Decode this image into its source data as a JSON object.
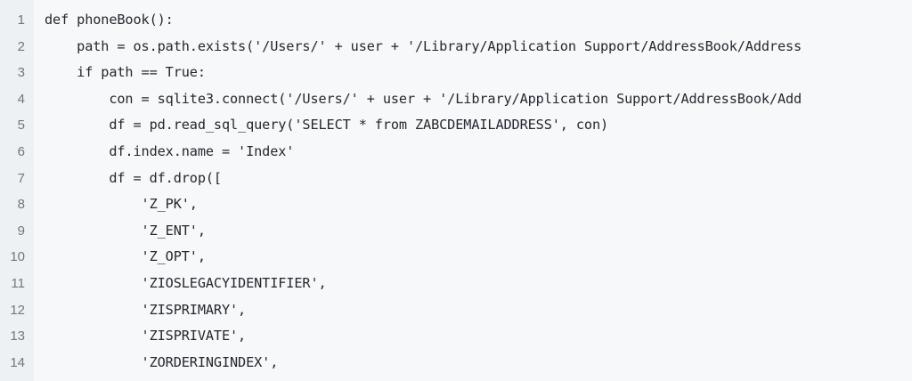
{
  "editor": {
    "lines": [
      {
        "number": "1",
        "text": "def phoneBook():"
      },
      {
        "number": "2",
        "text": "    path = os.path.exists('/Users/' + user + '/Library/Application Support/AddressBook/Address"
      },
      {
        "number": "3",
        "text": "    if path == True:"
      },
      {
        "number": "4",
        "text": "        con = sqlite3.connect('/Users/' + user + '/Library/Application Support/AddressBook/Add"
      },
      {
        "number": "5",
        "text": "        df = pd.read_sql_query('SELECT * from ZABCDEMAILADDRESS', con)"
      },
      {
        "number": "6",
        "text": "        df.index.name = 'Index'"
      },
      {
        "number": "7",
        "text": "        df = df.drop(["
      },
      {
        "number": "8",
        "text": "            'Z_PK',"
      },
      {
        "number": "9",
        "text": "            'Z_ENT',"
      },
      {
        "number": "10",
        "text": "            'Z_OPT',"
      },
      {
        "number": "11",
        "text": "            'ZIOSLEGACYIDENTIFIER',"
      },
      {
        "number": "12",
        "text": "            'ZISPRIMARY',"
      },
      {
        "number": "13",
        "text": "            'ZISPRIVATE',"
      },
      {
        "number": "14",
        "text": "            'ZORDERINGINDEX',"
      }
    ]
  }
}
